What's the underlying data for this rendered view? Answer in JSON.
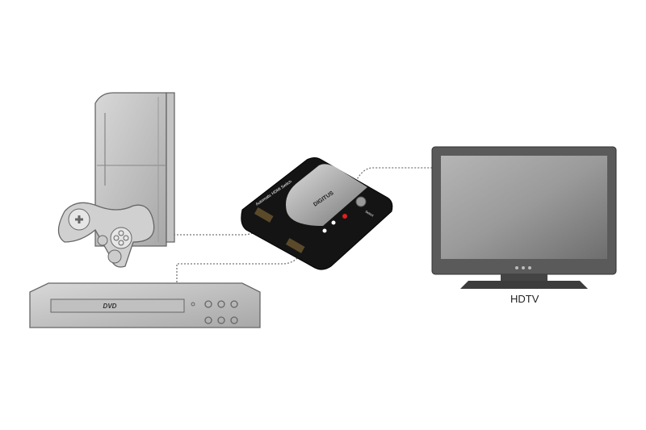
{
  "diagram": {
    "devices": {
      "console": {
        "name": "game-console"
      },
      "dvd": {
        "logo": "DVD"
      },
      "switch": {
        "title": "Automatic HDMI Switch",
        "brand": "DIGITUS",
        "button": "Select"
      },
      "tv": {
        "label": "HDTV"
      }
    },
    "colors": {
      "cable": "#777777",
      "led_red": "#e02020",
      "led_white": "#ffffff",
      "switch_body": "#111111"
    }
  }
}
